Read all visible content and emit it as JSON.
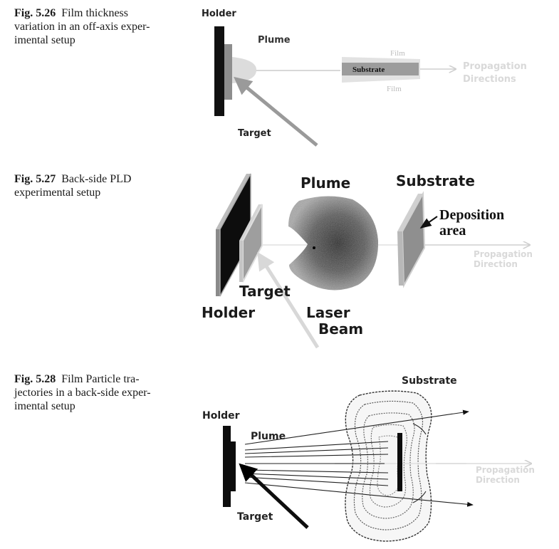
{
  "figures": [
    {
      "number": "Fig. 5.26",
      "caption_lines": [
        "Film thickness",
        "variation in an off-axis exper-",
        "imental setup"
      ],
      "labels": {
        "holder": "Holder",
        "plume": "Plume",
        "substrate": "Substrate",
        "film_top": "Film",
        "film_bottom": "Film",
        "propagation_1": "Propagation",
        "propagation_2": "Directions",
        "target": "Target"
      }
    },
    {
      "number": "Fig. 5.27",
      "caption_lines": [
        "Back-side PLD",
        "experimental setup"
      ],
      "labels": {
        "plume": "Plume",
        "substrate": "Substrate",
        "deposition_1": "Deposition",
        "deposition_2": "area",
        "propagation_1": "Propagation",
        "propagation_2": "Direction",
        "target": "Target",
        "holder": "Holder",
        "laser_1": "Laser",
        "laser_2": "Beam"
      }
    },
    {
      "number": "Fig. 5.28",
      "caption_lines": [
        "Film Particle tra-",
        "jectories in a back-side exper-",
        "imental setup"
      ],
      "labels": {
        "substrate": "Substrate",
        "holder": "Holder",
        "plume": "Plume",
        "propagation_1": "Propagation",
        "propagation_2": "Direction",
        "target": "Target"
      }
    }
  ]
}
